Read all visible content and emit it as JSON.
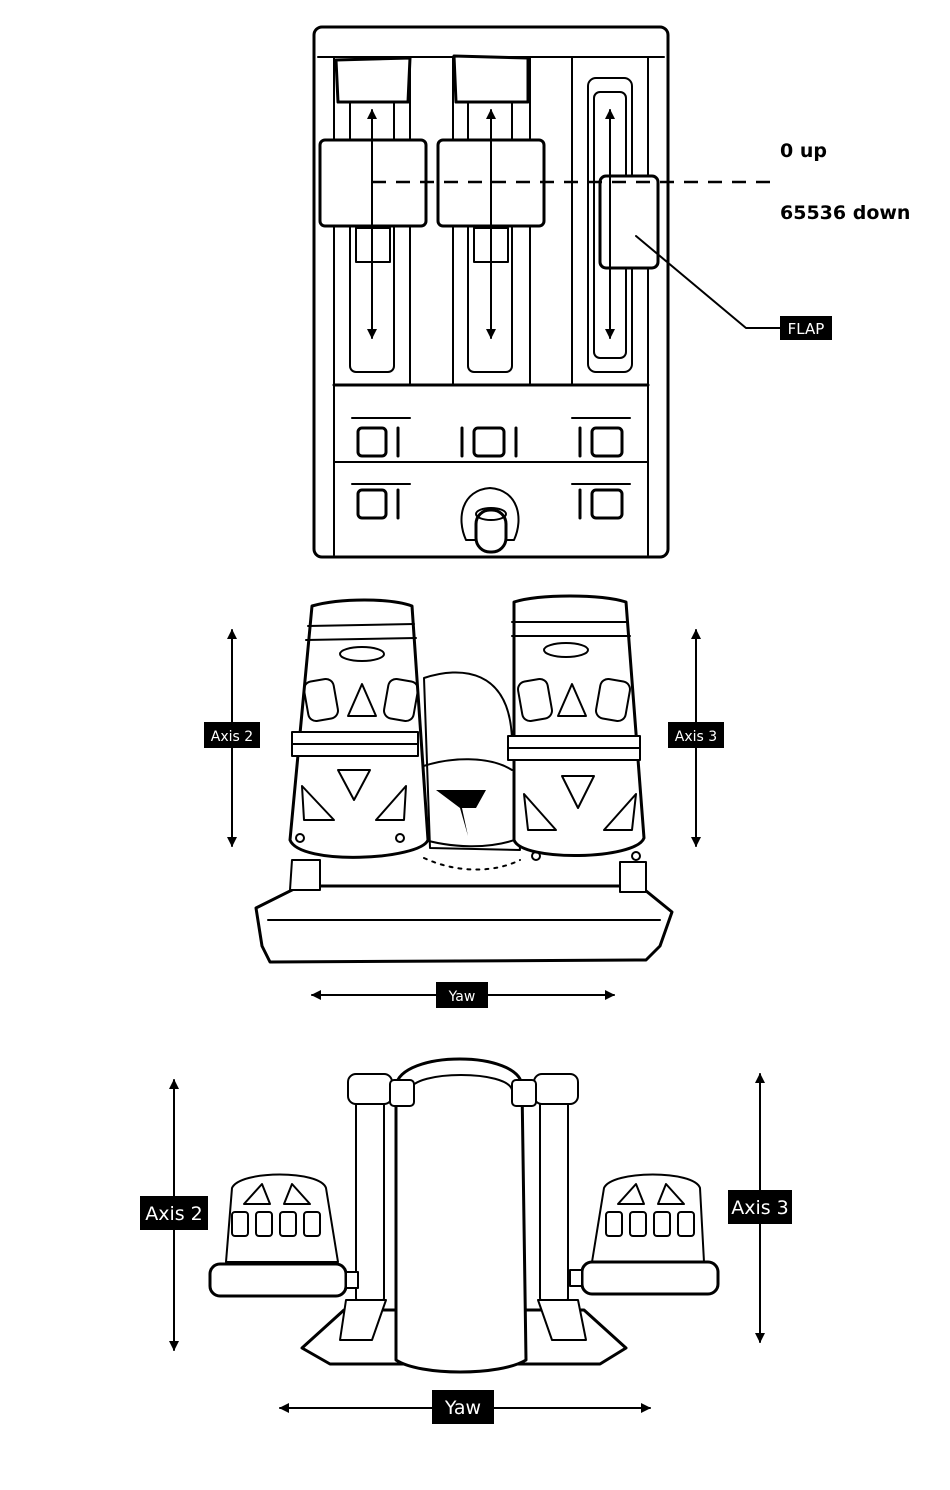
{
  "throttle": {
    "zero_label": "0 up",
    "max_label": "65536 down",
    "flap_label": "FLAP"
  },
  "pedals_front": {
    "left_axis": "Axis 2",
    "right_axis": "Axis 3",
    "yaw": "Yaw"
  },
  "pedals_top": {
    "left_axis": "Axis 2",
    "right_axis": "Axis 3",
    "yaw": "Yaw"
  }
}
